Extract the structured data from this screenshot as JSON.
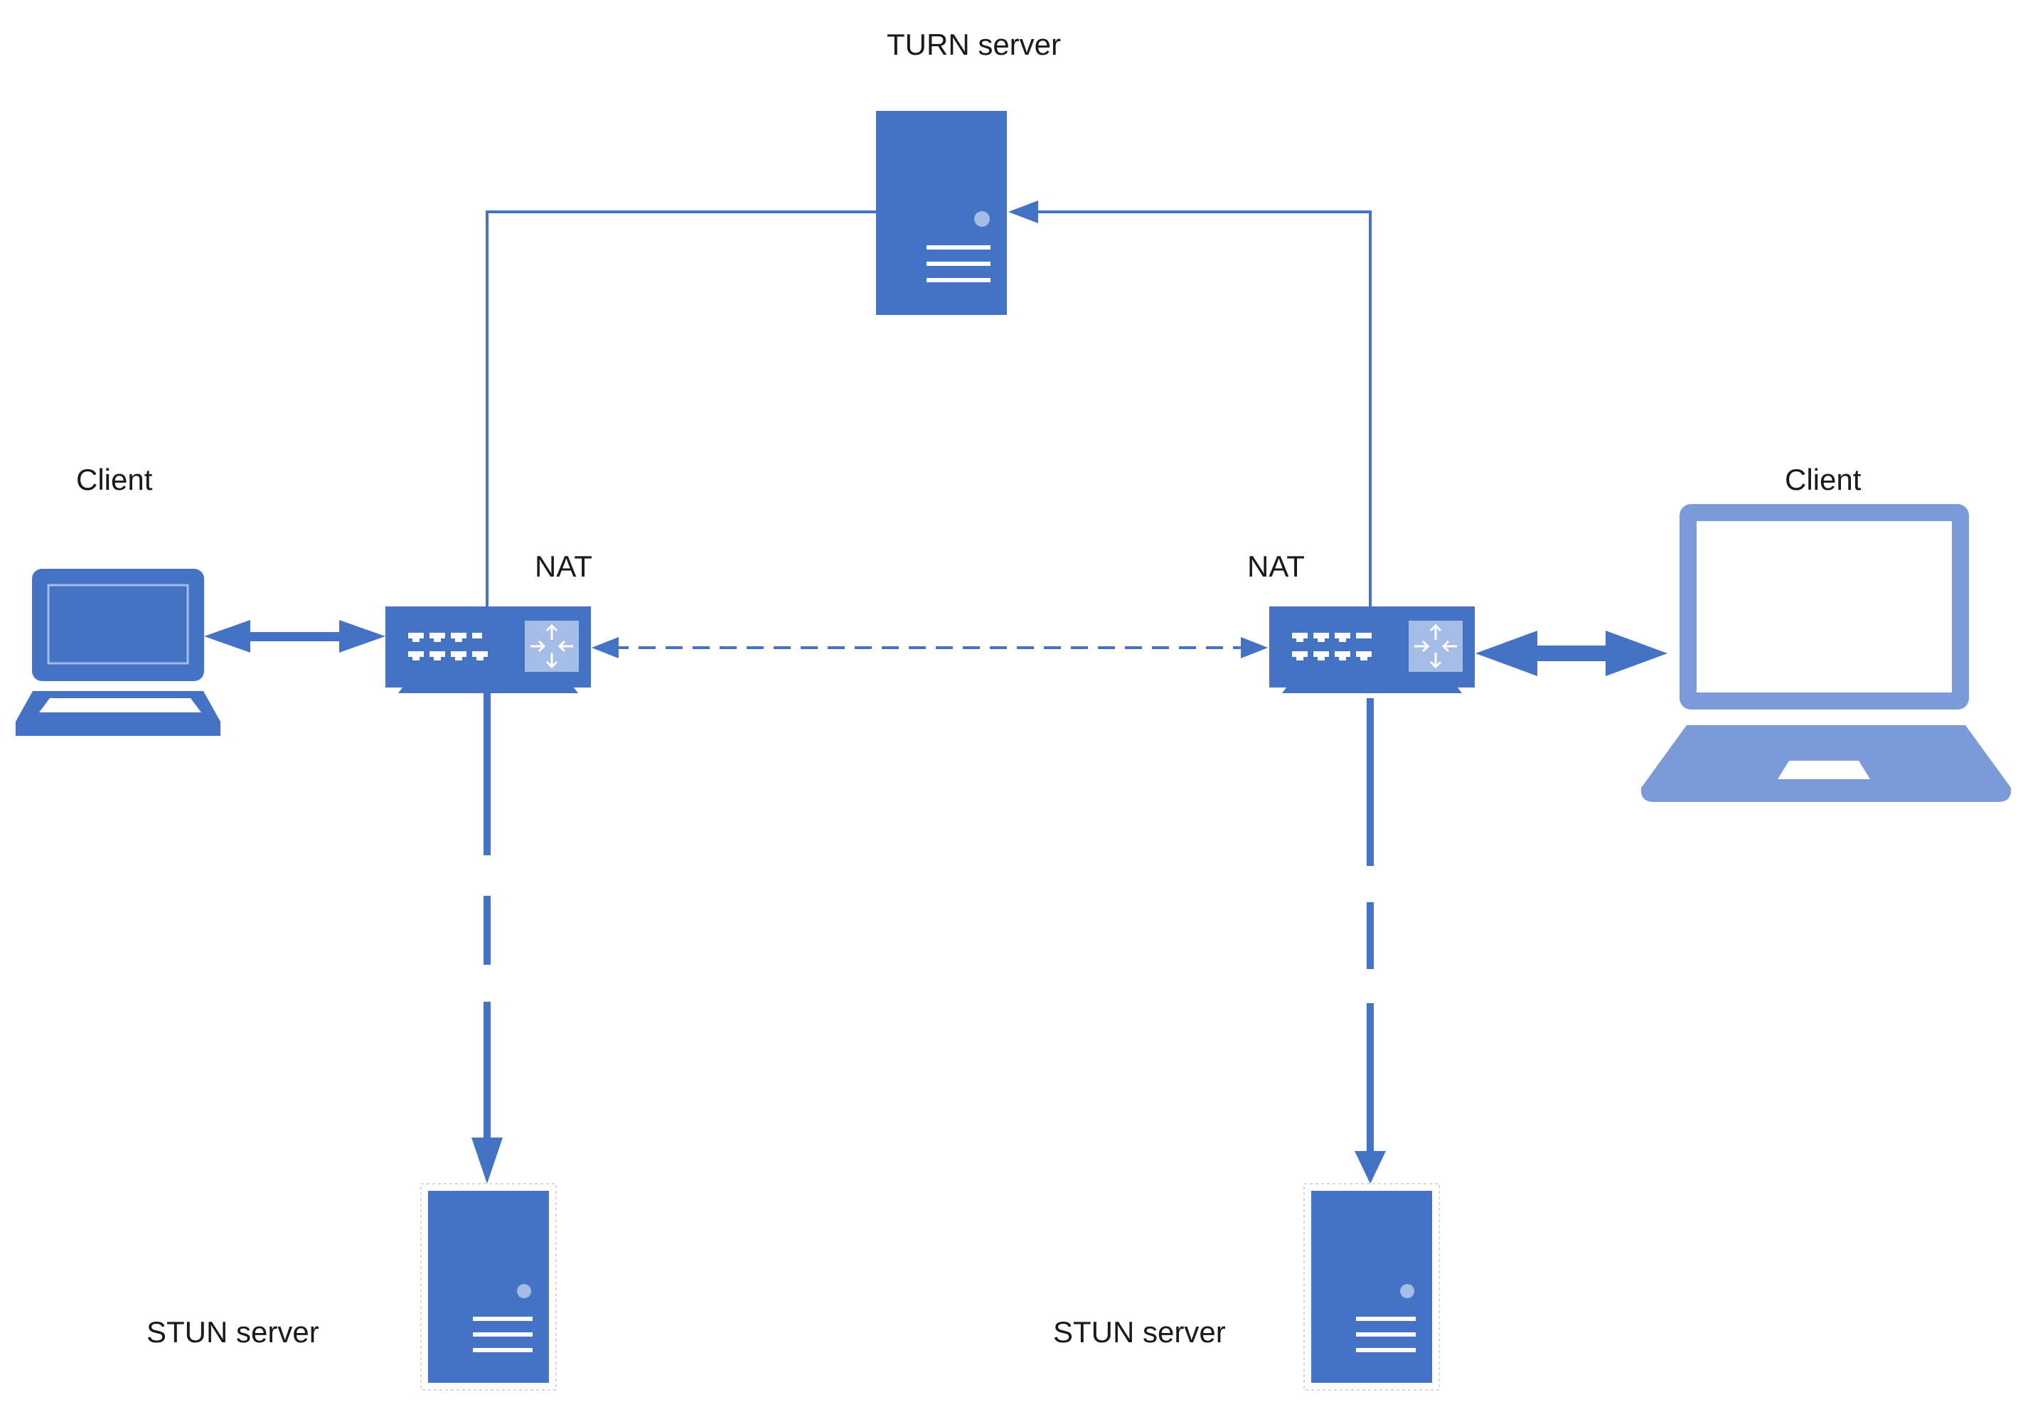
{
  "labels": {
    "turn_server": "TURN server",
    "client_left": "Client",
    "client_right": "Client",
    "nat_left": "NAT",
    "nat_right": "NAT",
    "stun_left": "STUN server",
    "stun_right": "STUN server"
  },
  "colors": {
    "primary": "#4472C4",
    "client_right": "#7A9BD8",
    "accent_light": "#A4BCE6",
    "text": "#1a1a1a"
  },
  "icons": {
    "turn_server": "server-icon",
    "stun_servers": "server-icon",
    "nat_devices": "router-icon",
    "clients": "laptop-icon"
  }
}
